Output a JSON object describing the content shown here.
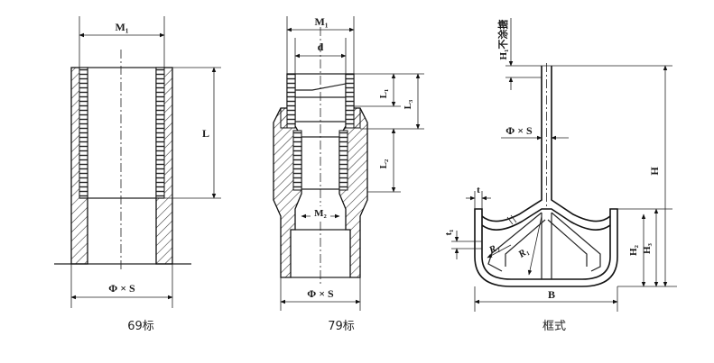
{
  "figures": [
    {
      "caption": "69标",
      "labels": {
        "m1": "M₁",
        "l": "L",
        "phi_s": "Φ × S"
      }
    },
    {
      "caption": "79标",
      "labels": {
        "m1": "M₁",
        "d": "d",
        "l1": "L₁",
        "l3": "L₃",
        "l2": "L₂",
        "m2": "M₂",
        "phi_s": "Φ × S"
      }
    },
    {
      "caption": "框式",
      "labels": {
        "h1": "H₁不涂搪",
        "phi_s": "Φ × S",
        "h": "H",
        "t": "t",
        "t1": "t₁",
        "r2": "R₂",
        "r1": "R₁",
        "h2": "H₂",
        "h3": "H₃",
        "b": "B"
      }
    }
  ]
}
